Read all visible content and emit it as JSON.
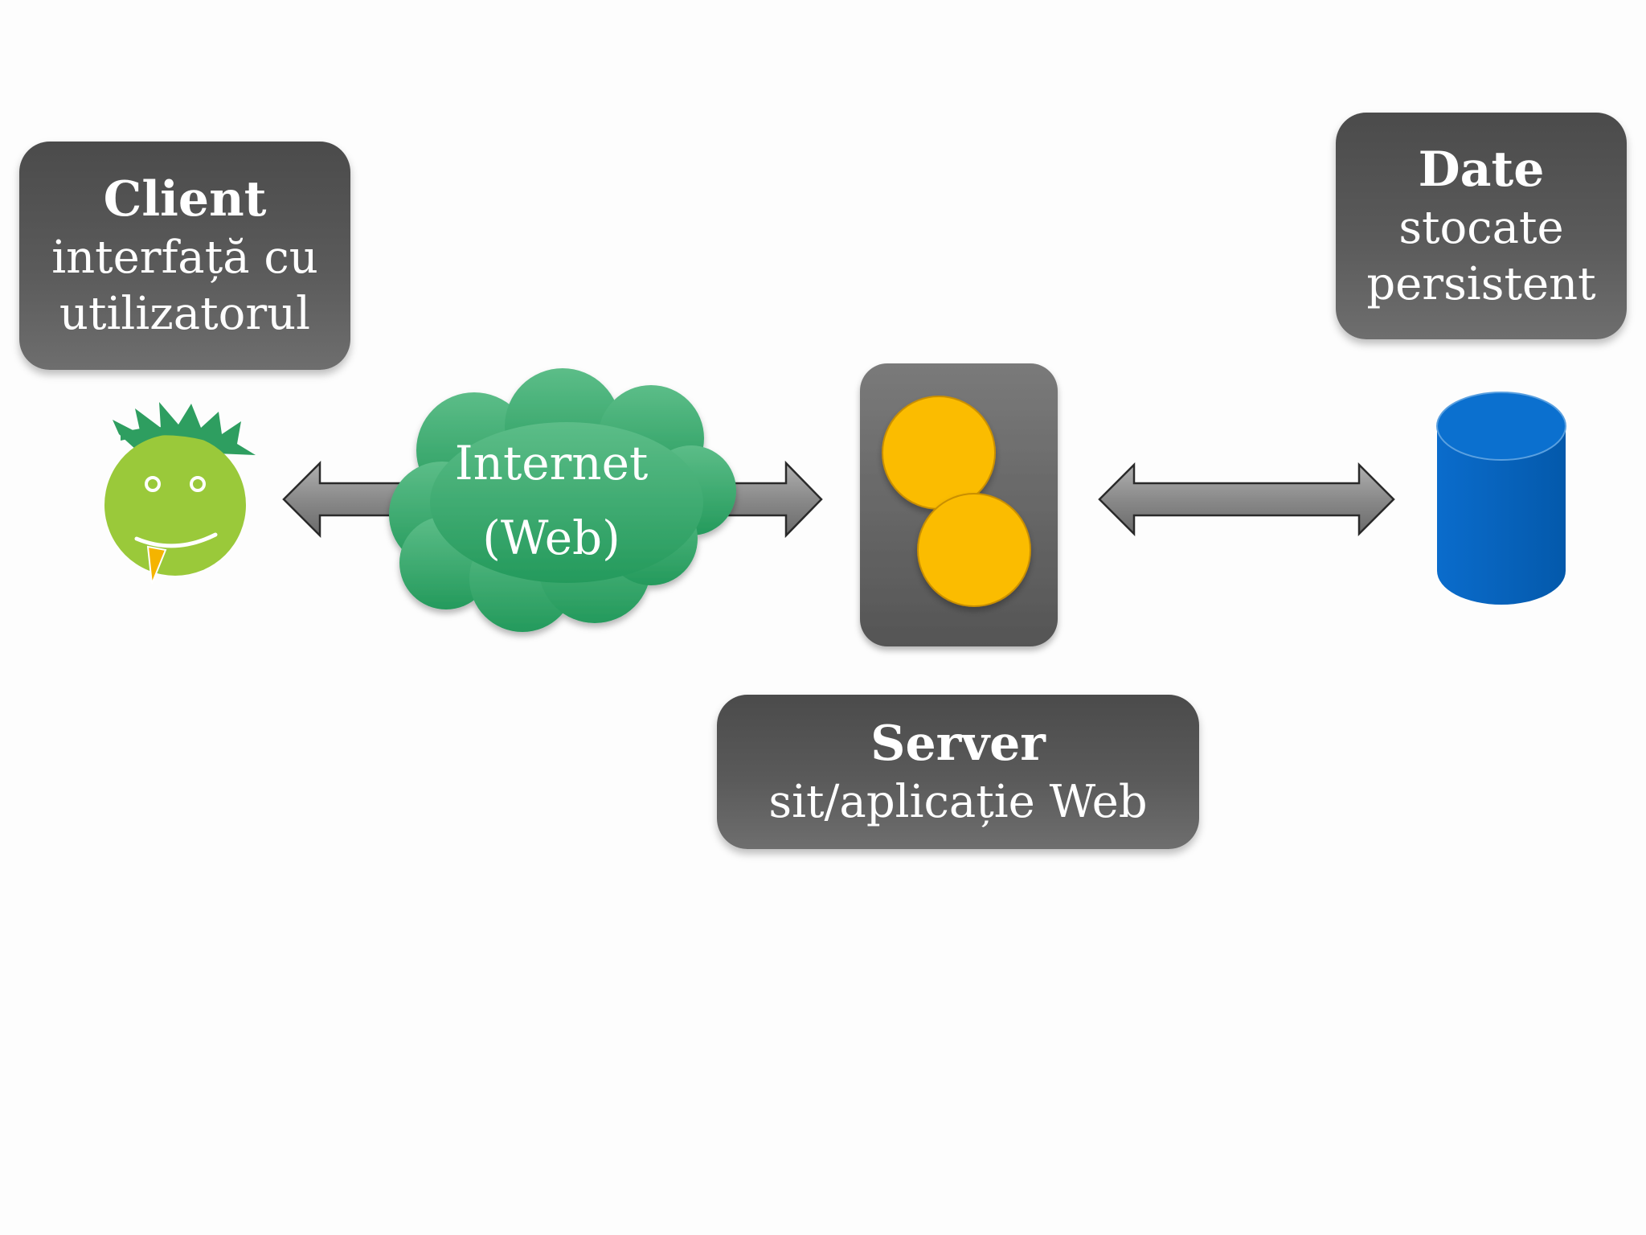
{
  "client": {
    "title": "Client",
    "line1": "interfață cu",
    "line2": "utilizatorul"
  },
  "internet": {
    "line1": "Internet",
    "line2": "(Web)"
  },
  "server": {
    "title": "Server",
    "line1": "sit/aplicație Web"
  },
  "data_store": {
    "title": "Date",
    "line1": "stocate",
    "line2": "persistent"
  },
  "icons": {
    "client": "smiley-face-icon",
    "internet": "cloud-icon",
    "server": "server-icon",
    "data_store": "database-cylinder-icon"
  },
  "colors": {
    "label_box": "#555555",
    "cloud": "#2fa96a",
    "server_body": "#666666",
    "server_circles": "#fbbc05",
    "database": "#0667c1",
    "client_face": "#9ac93a",
    "arrows": "#8a8a8a"
  }
}
